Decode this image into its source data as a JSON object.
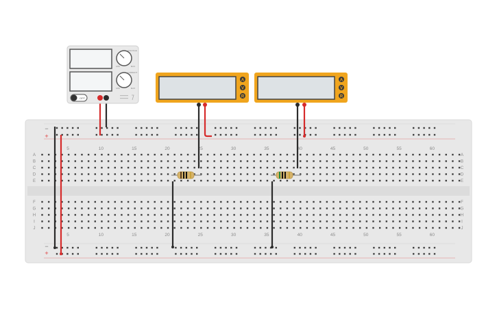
{
  "breadboard": {
    "column_numbers": [
      "5",
      "10",
      "15",
      "20",
      "25",
      "30",
      "35",
      "40",
      "45",
      "50",
      "55",
      "60"
    ],
    "row_letters_top": [
      "A",
      "B",
      "C",
      "D",
      "E"
    ],
    "row_letters_bottom": [
      "F",
      "G",
      "H",
      "I",
      "J"
    ],
    "rail_minus": "−",
    "rail_plus": "+"
  },
  "power_supply": {
    "off_label": "OFF",
    "knob_top_label": "VOLTAGE",
    "knob_bottom_label": "CURRENT",
    "knob_top_minmax": [
      "MIN",
      "MAX"
    ],
    "knob_bottom_minmax": [
      "MIN",
      "MAX"
    ]
  },
  "multimeters": [
    {
      "mode_buttons": [
        "A",
        "V",
        "R"
      ]
    },
    {
      "mode_buttons": [
        "A",
        "V",
        "R"
      ]
    }
  ],
  "colors": {
    "board": "#e8e8e8",
    "hole": "#3d3d3d",
    "rail_red": "#e03a3a",
    "wire_black": "#2b2b2b",
    "wire_red": "#d62b2b",
    "meter_body": "#f0a51e",
    "meter_screen": "#dde2e5",
    "psu_body": "#e9e9e9"
  }
}
